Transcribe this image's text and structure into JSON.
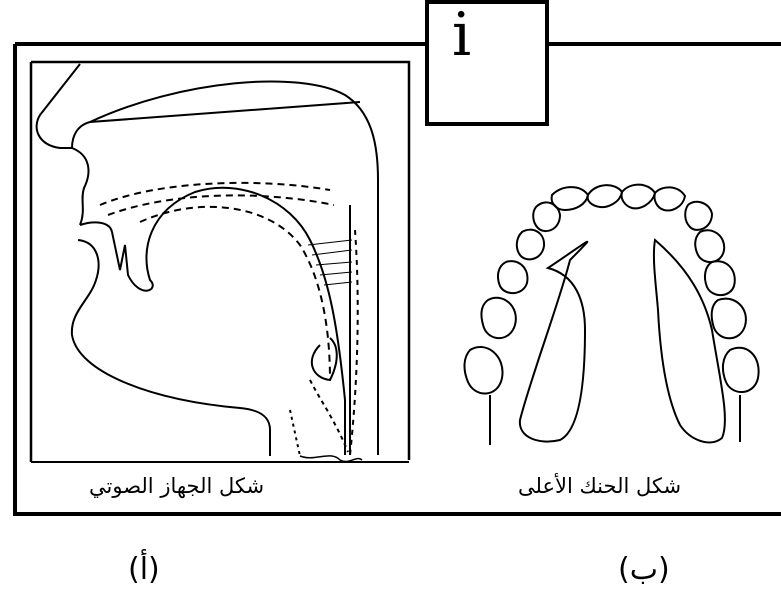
{
  "badge": "i",
  "panel_a": {
    "caption": "شكل الجهاز الصوتي",
    "label": "(أ)"
  },
  "panel_b": {
    "caption": "شكل الحنك الأعلى",
    "label": "(ب)"
  }
}
